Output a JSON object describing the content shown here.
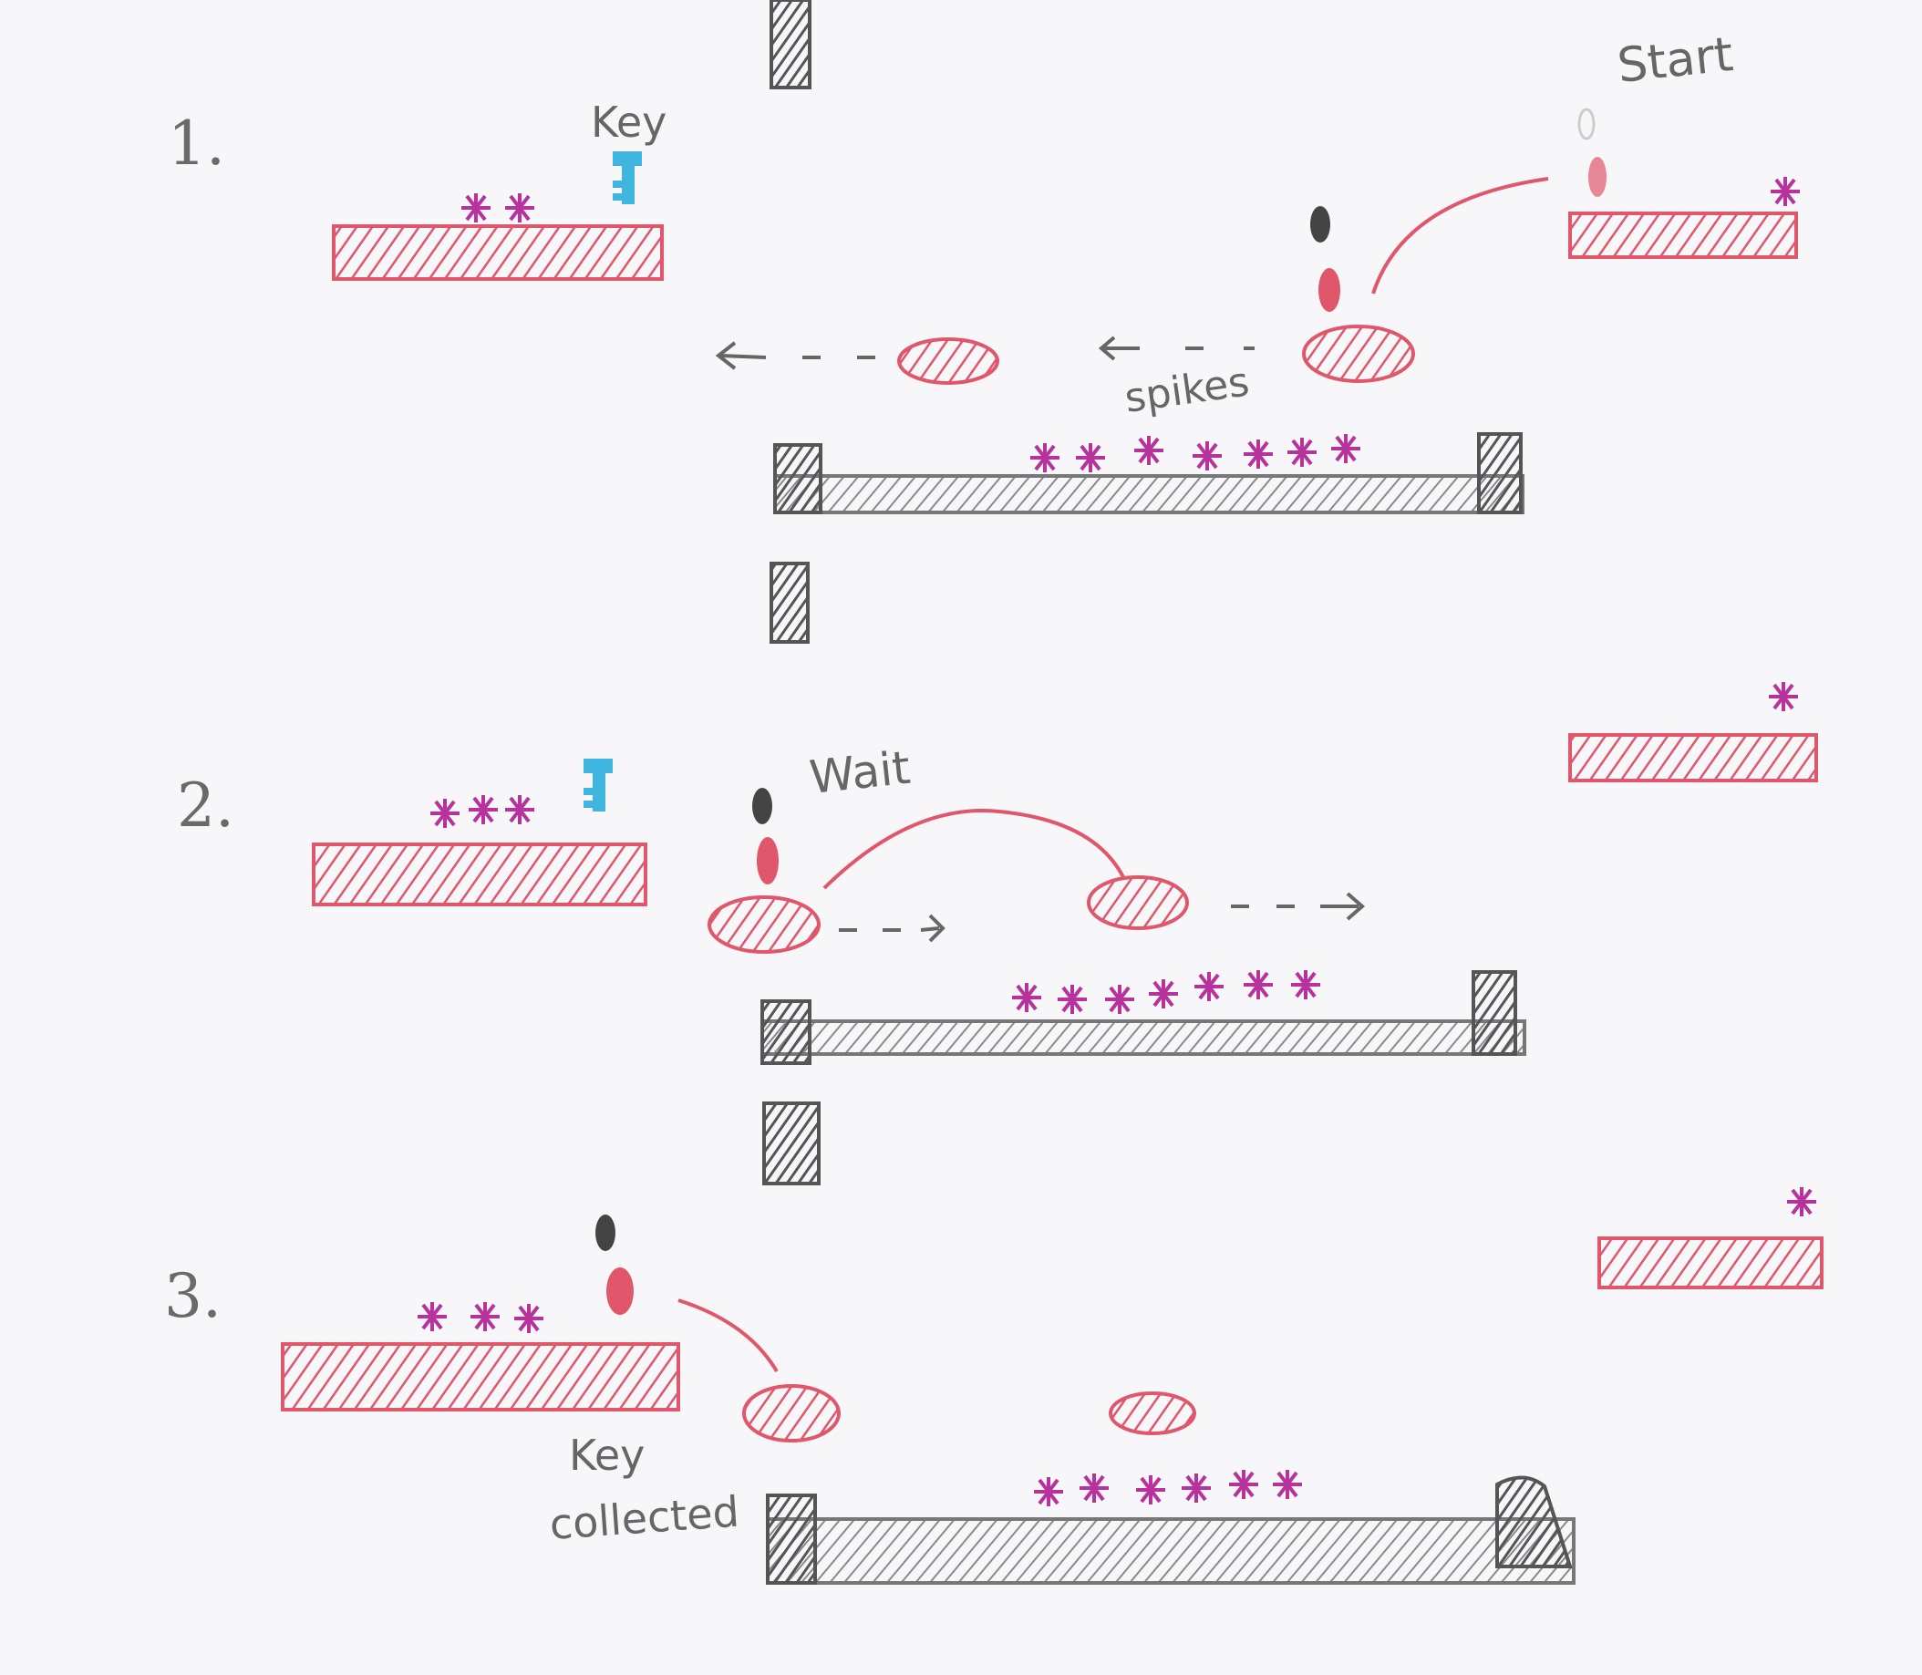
{
  "labels": {
    "start": "Start",
    "key": "Key",
    "spikes": "spikes",
    "wait": "Wait",
    "key_collected_line1": "Key",
    "key_collected_line2": "collected"
  },
  "steps": [
    {
      "number": "1."
    },
    {
      "number": "2."
    },
    {
      "number": "3."
    }
  ],
  "colors": {
    "platform_red": "#e0566b",
    "spike_magenta": "#b8329e",
    "stone_gray": "#7d7d7d",
    "key_blue": "#3fb6e0",
    "label_gray": "#6b6b6b",
    "character_dark": "#555555"
  },
  "icons": [
    "spike-icon",
    "key-icon",
    "character-icon",
    "arrow-icon"
  ]
}
